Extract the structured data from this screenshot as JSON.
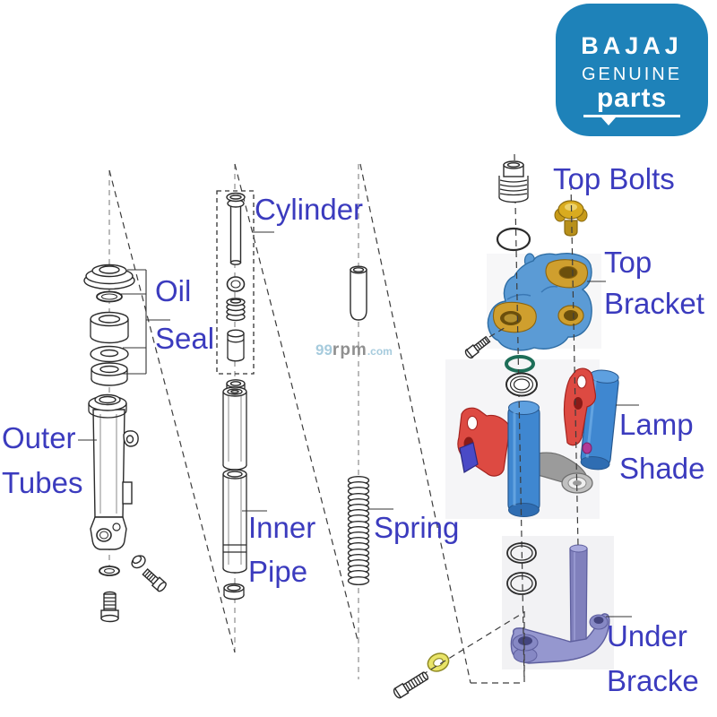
{
  "logo": {
    "brand": "BAJAJ",
    "line2": "GENUINE",
    "line3": "parts",
    "bg_color": "#1e82b9",
    "text_color": "#ffffff"
  },
  "watermark": {
    "part1": "99",
    "part2": "rpm",
    "part3": ".com"
  },
  "label_color": "#3b3bbe",
  "labels": {
    "cylinder": "Cylinder",
    "oil_seal_line1": "Oil",
    "oil_seal_line2": "Seal",
    "outer_tubes_line1": "Outer",
    "outer_tubes_line2": "Tubes",
    "inner_pipe_line1": "Inner",
    "inner_pipe_line2": "Pipe",
    "spring": "Spring",
    "top_bolts": "Top Bolts",
    "top_bracket_line1": "Top",
    "top_bracket_line2": "Bracket",
    "lamp_shade_line1": "Lamp",
    "lamp_shade_line2": "Shade",
    "under_bracket_line1": "Under",
    "under_bracket_line2": "Bracke"
  },
  "part_colors": {
    "bracket_blue": "#5b9bd5",
    "bracket_blue_dark": "#2e6da4",
    "pad_gold": "#cf9f2e",
    "pad_gold_dark": "#8a6410",
    "bolt_gold": "#d9ab1f",
    "tube_blue": "#3f87d0",
    "tube_blue_dark": "#27588f",
    "clamp_red": "#dd4a42",
    "clamp_red_dark": "#a42420",
    "clip_indigo": "#4a4ac6",
    "arm_gray": "#9b9b9b",
    "bearing_gray": "#c0c0c0",
    "oring_green": "#1d6e58",
    "under_purple": "#9597cf",
    "under_purple_dark": "#5e5f9e",
    "washer_yellow": "#e9e468"
  }
}
